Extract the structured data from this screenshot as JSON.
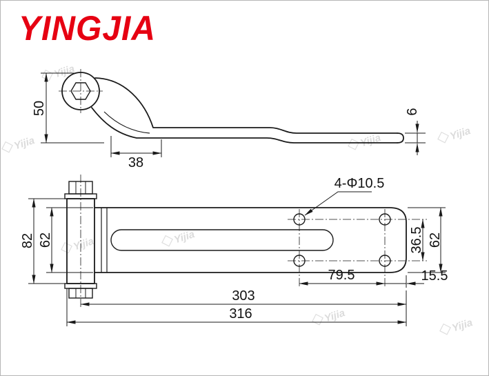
{
  "logo": {
    "text": "YINGJIA",
    "color": "#e60012"
  },
  "side_view": {
    "dims": {
      "height": "50",
      "base_width": "38",
      "thickness": "6"
    }
  },
  "plan_view": {
    "hole_callout": "4-Φ10.5",
    "dims": {
      "plate_height": "82",
      "strap_width_left": "62",
      "hole_row_spacing": "36.5",
      "strap_width_right": "62",
      "hole_col_spacing": "79.5",
      "end_offset": "15.5",
      "length_to_pin": "303",
      "overall_length": "316"
    }
  },
  "watermark": {
    "text": "Yijia"
  }
}
